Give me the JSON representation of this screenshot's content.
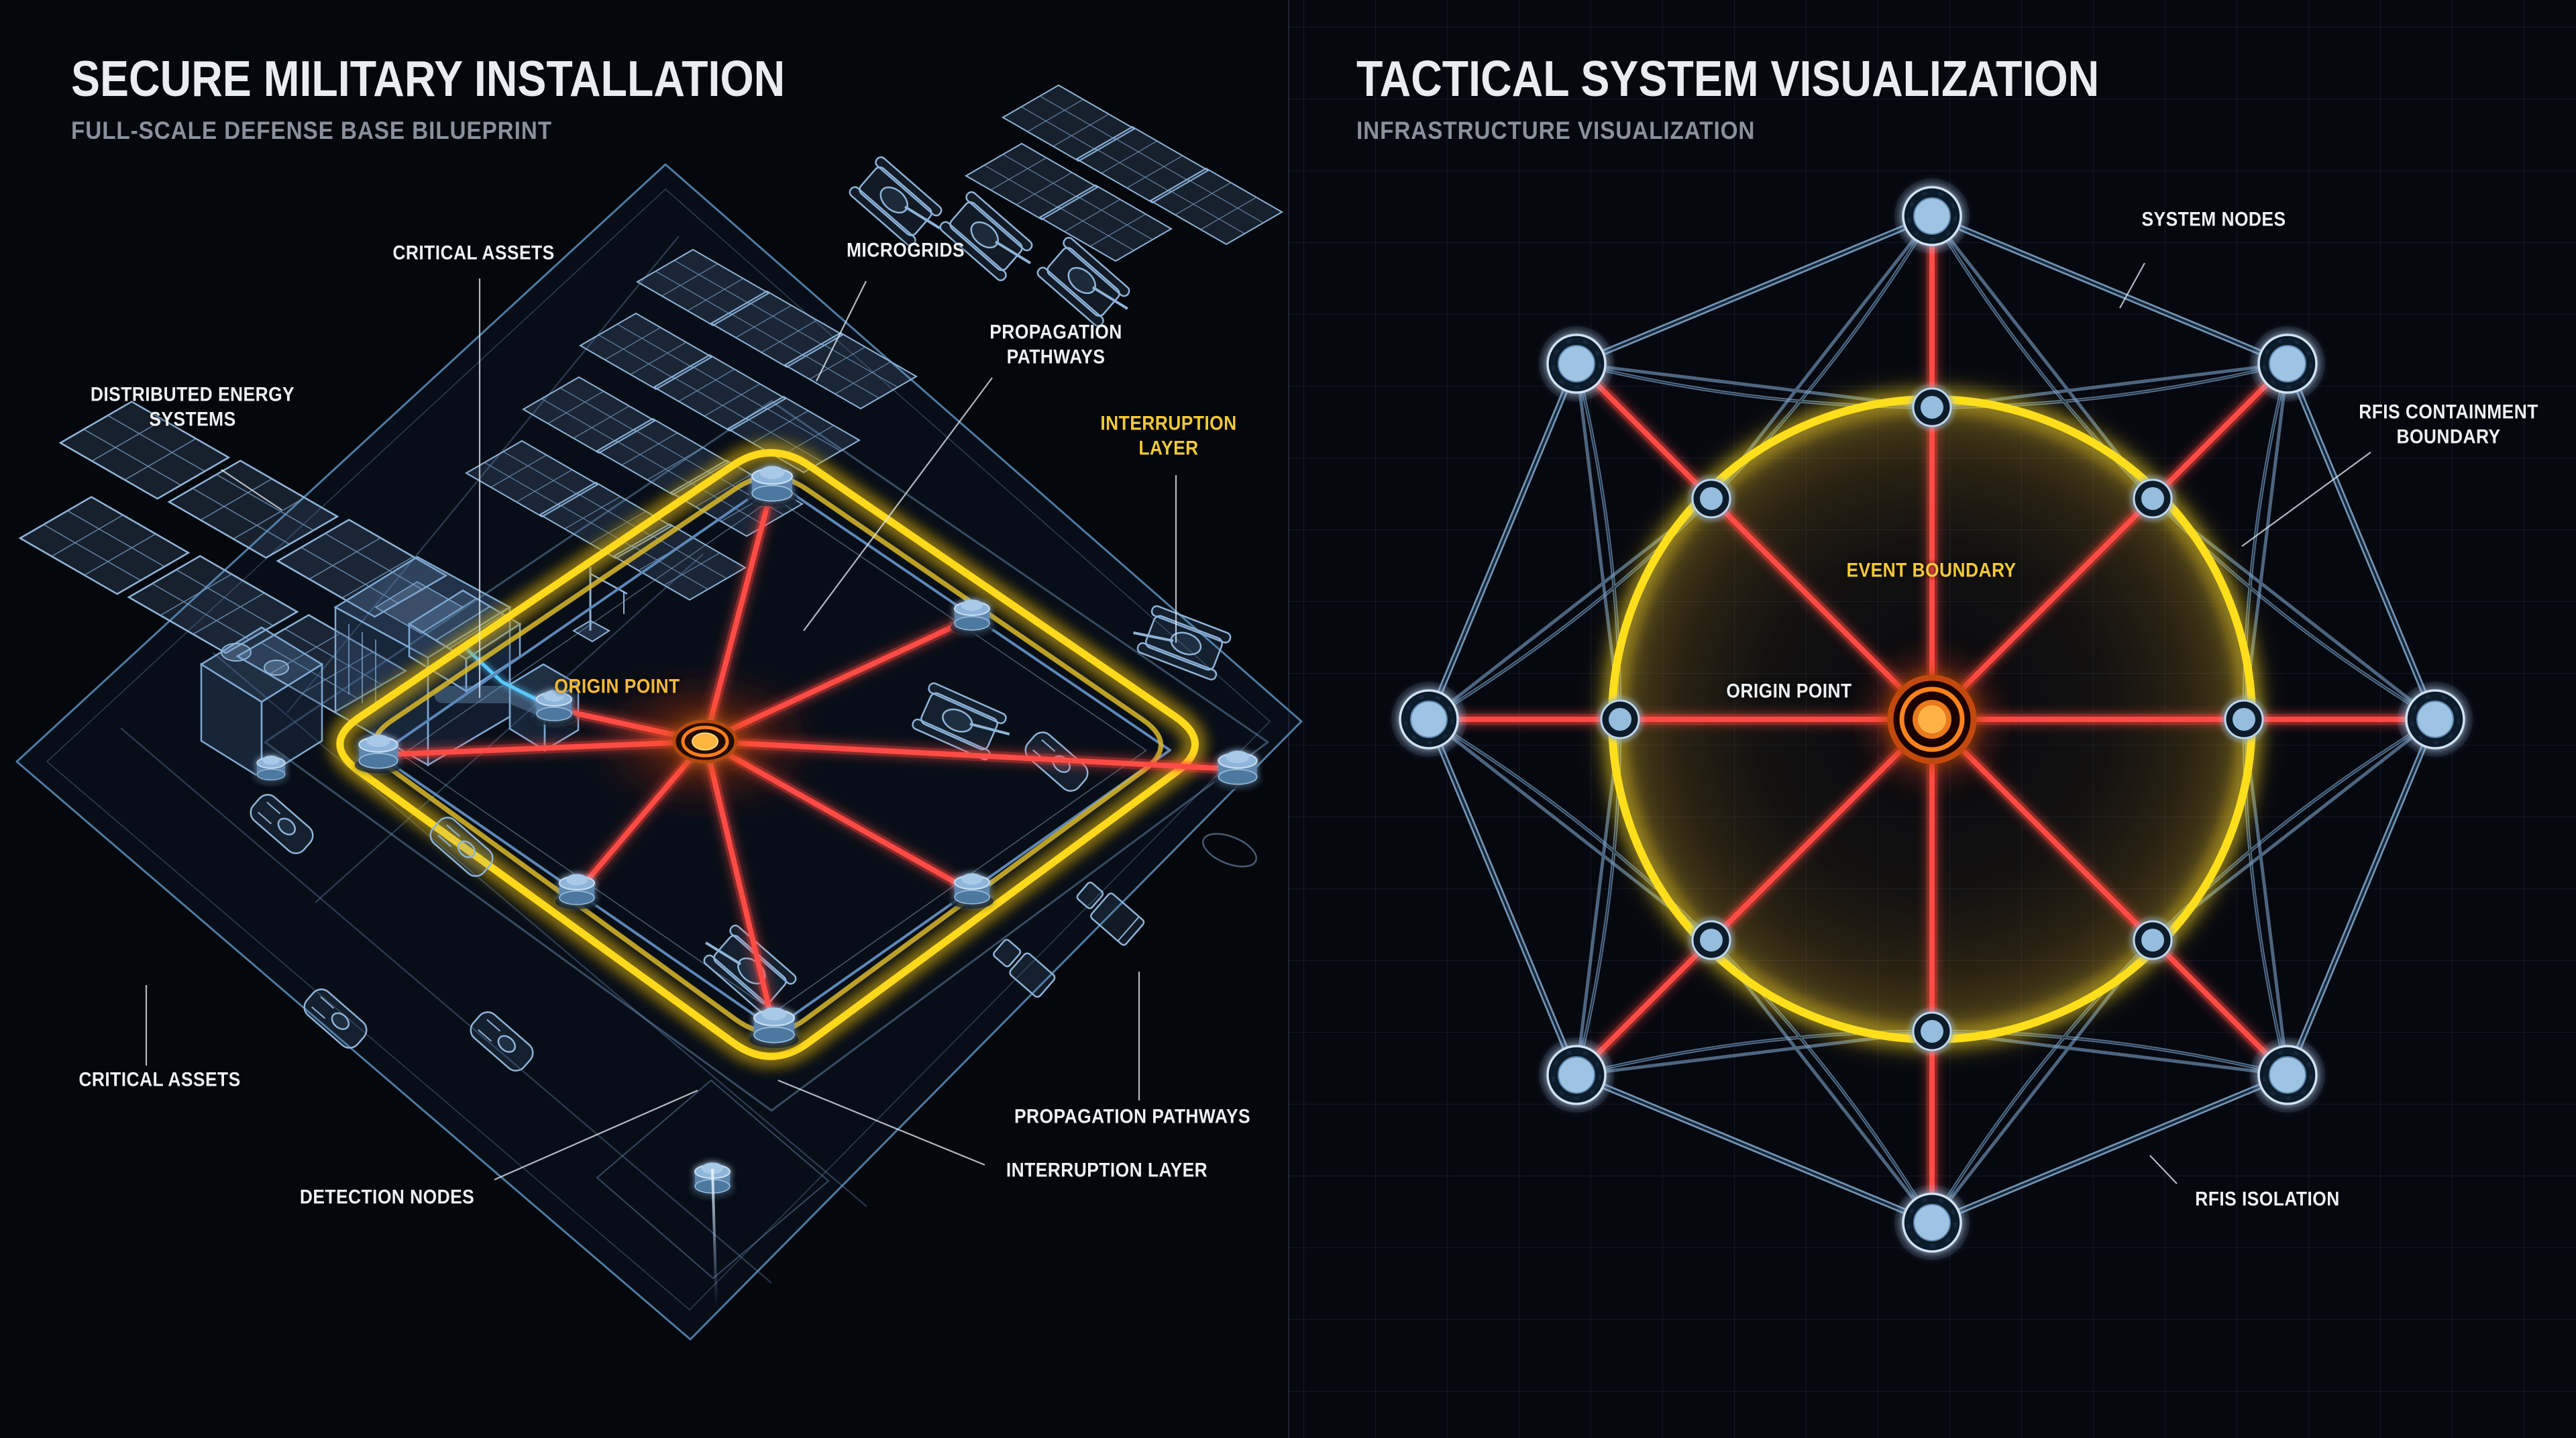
{
  "left_panel": {
    "title": "SECURE MILITARY INSTALLATION",
    "subtitle": "FULL-SCALE DEFENSE BASE BILUEPRINT",
    "labels": {
      "critical_assets_top": "CRITICAL ASSETS",
      "microgrids": "MICROGRIDS",
      "distributed_energy_systems": "DISTRIBUTED ENERGY SYSTEMS",
      "propagation_pathways_top": "PROPAGATION PATHWAYS",
      "interruption_layer_top": "INTERRUPTION LAYER",
      "origin_point": "ORIGIN POINT",
      "critical_assets_bottom": "CRITICAL ASSETS",
      "detection_nodes": "DETECTION NODES",
      "propagation_pathways_bottom": "PROPAGATION PATHWAYS",
      "interruption_layer_bottom": "INTERRUPTION LAYER"
    }
  },
  "right_panel": {
    "title": "TACTICAL SYSTEM VISUALIZATION",
    "subtitle": "INFRASTRUCTURE VISUALIZATION",
    "labels": {
      "system_nodes": "SYSTEM NODES",
      "rfis_containment_boundary": "RFIS CONTAINMENT BOUNDARY",
      "event_boundary": "EVENT BOUNDARY",
      "origin_point": "ORIGIN POINT",
      "rfis_isolation": "RFIS ISOLATION"
    }
  },
  "colors": {
    "background": "#04070c",
    "blueprint_blue": "#84abd0",
    "node_fill": "#9fc3e3",
    "interruption_yellow": "#ffdf1c",
    "propagation_red": "#ff4b45",
    "origin_orange": "#ffb347",
    "power_cyan": "#5ac8ff",
    "label_white": "#eef1f4",
    "label_yellow": "#f2c937",
    "subtitle_gray": "#8a919c"
  }
}
